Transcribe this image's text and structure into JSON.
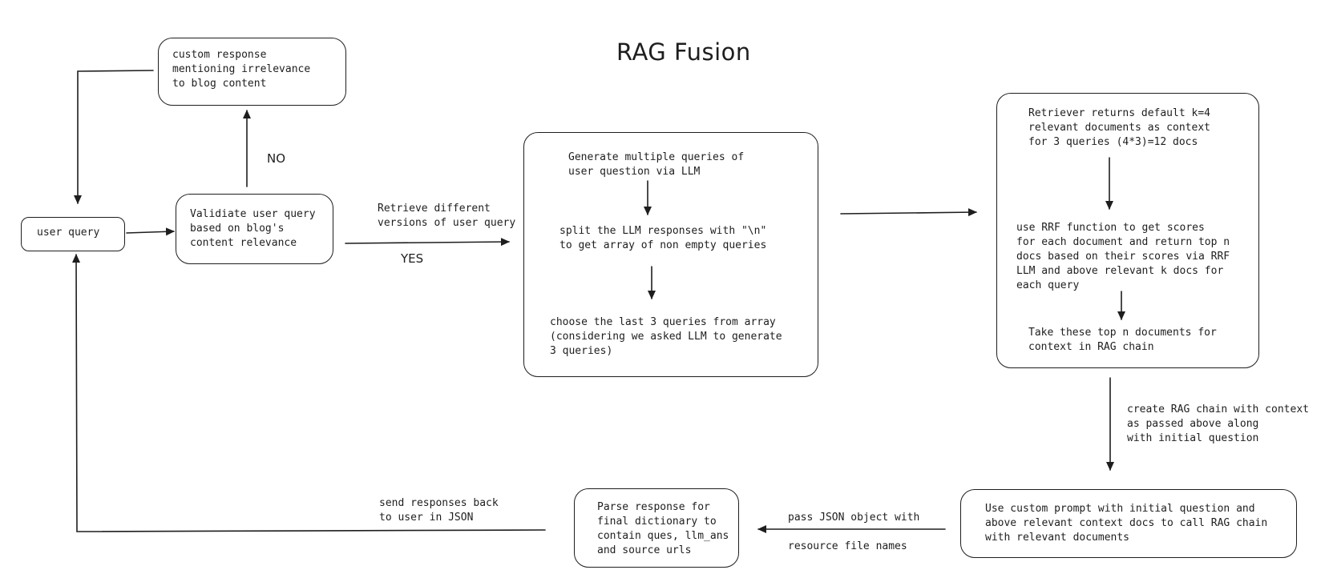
{
  "title": "RAG Fusion",
  "nodes": {
    "custom_response": "custom response\nmentioning irrelevance\nto blog content",
    "user_query": "user query",
    "validate": "Validiate user query\nbased on blog's\ncontent relevance",
    "multi_query": {
      "generate": "Generate multiple queries of\nuser question via LLM",
      "split": "split the LLM responses with \"\\n\"\nto get array of non empty queries",
      "choose": "choose the last 3 queries from array\n(considering we asked LLM to generate\n3 queries)"
    },
    "retrieval": {
      "retriever": "Retriever returns default k=4\nrelevant documents as context\nfor 3 queries (4*3)=12 docs",
      "rrf": "use RRF function to get scores\nfor each document and return top n\ndocs based on their scores via RRF\nLLM and above relevant k docs for\neach query",
      "take": "Take these top n documents for\ncontext in RAG chain"
    },
    "custom_prompt": "Use custom prompt with initial question and\nabove relevant context docs to call RAG chain\nwith relevant documents",
    "parse": "Parse response for\nfinal dictionary to\ncontain ques, llm_ans\nand source urls"
  },
  "edge_labels": {
    "no": "NO",
    "yes": "YES",
    "retrieve": "Retrieve different\nversions of user query",
    "create_chain": "create RAG chain with context\nas passed above along\nwith initial question",
    "pass_json_top": "pass JSON object with",
    "pass_json_bottom": "resource file names",
    "send_back": "send responses back\nto user in JSON"
  },
  "colors": {
    "stroke": "#1e1e1e",
    "background": "#ffffff"
  }
}
